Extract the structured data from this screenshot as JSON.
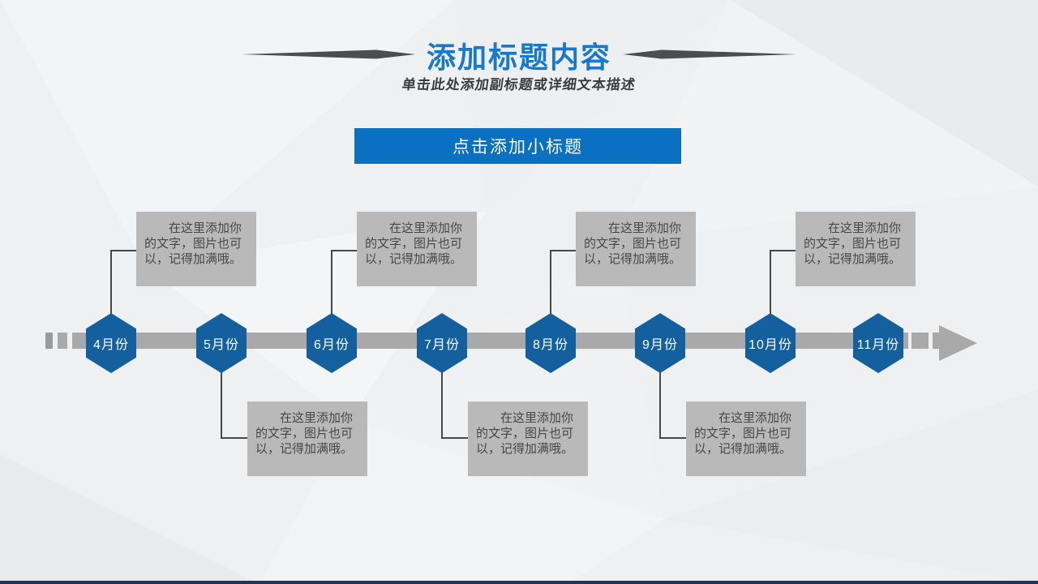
{
  "header": {
    "title": "添加标题内容",
    "subtitle": "单击此处添加副标题或详细文本描述"
  },
  "banner": {
    "label": "点击添加小标题"
  },
  "timeline": {
    "months": [
      {
        "label": "4月份",
        "note_side": "above",
        "note": "在这里添加你的文字，图片也可以，记得加满哦。"
      },
      {
        "label": "5月份",
        "note_side": "below",
        "note": "在这里添加你的文字，图片也可以，记得加满哦。"
      },
      {
        "label": "6月份",
        "note_side": "above",
        "note": "在这里添加你的文字，图片也可以，记得加满哦。"
      },
      {
        "label": "7月份",
        "note_side": "below",
        "note": "在这里添加你的文字，图片也可以，记得加满哦。"
      },
      {
        "label": "8月份",
        "note_side": "above",
        "note": "在这里添加你的文字，图片也可以，记得加满哦。"
      },
      {
        "label": "9月份",
        "note_side": "below",
        "note": "在这里添加你的文字，图片也可以，记得加满哦。"
      },
      {
        "label": "10月份",
        "note_side": "above",
        "note": "在这里添加你的文字，图片也可以，记得加满哦。"
      },
      {
        "label": "11月份",
        "note_side": "none",
        "note": ""
      }
    ]
  },
  "colors": {
    "title_blue": "#1779cc",
    "button_blue": "#0a70c2",
    "hex_blue": "#14609f",
    "bar_gray": "#a9a9a9",
    "box_gray": "#b9b9b9",
    "box_text": "#474747",
    "connector": "#45494d",
    "subtitle_color": "#3c3c3c",
    "spear": "#4a4e53",
    "footer_navy": "#223454",
    "slide_bg": "#eef0f1"
  }
}
